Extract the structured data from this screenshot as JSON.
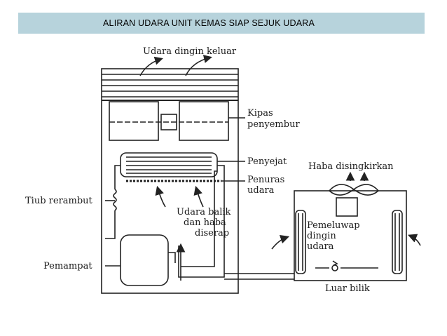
{
  "title": "ALIRAN UDARA UNIT KEMAS SIAP SEJUK UDARA",
  "labels": {
    "cold_air_out": "Udara dingin keluar",
    "fan": [
      "Kipas",
      "penyembur"
    ],
    "evaporator": "Penyejat",
    "filter": [
      "Penuras",
      "udara"
    ],
    "capillary": "Tiub rerambut",
    "return_air": [
      "Udara balik",
      "dan haba",
      "diserap"
    ],
    "compressor": "Pemampat",
    "heat_rejected": "Haba disingkirkan",
    "condenser": [
      "Pemeluwap",
      "dingin",
      "udara"
    ],
    "outside_room": "Luar bilik"
  },
  "colors": {
    "title_bar": "#b7d3dc",
    "line": "#222222"
  }
}
